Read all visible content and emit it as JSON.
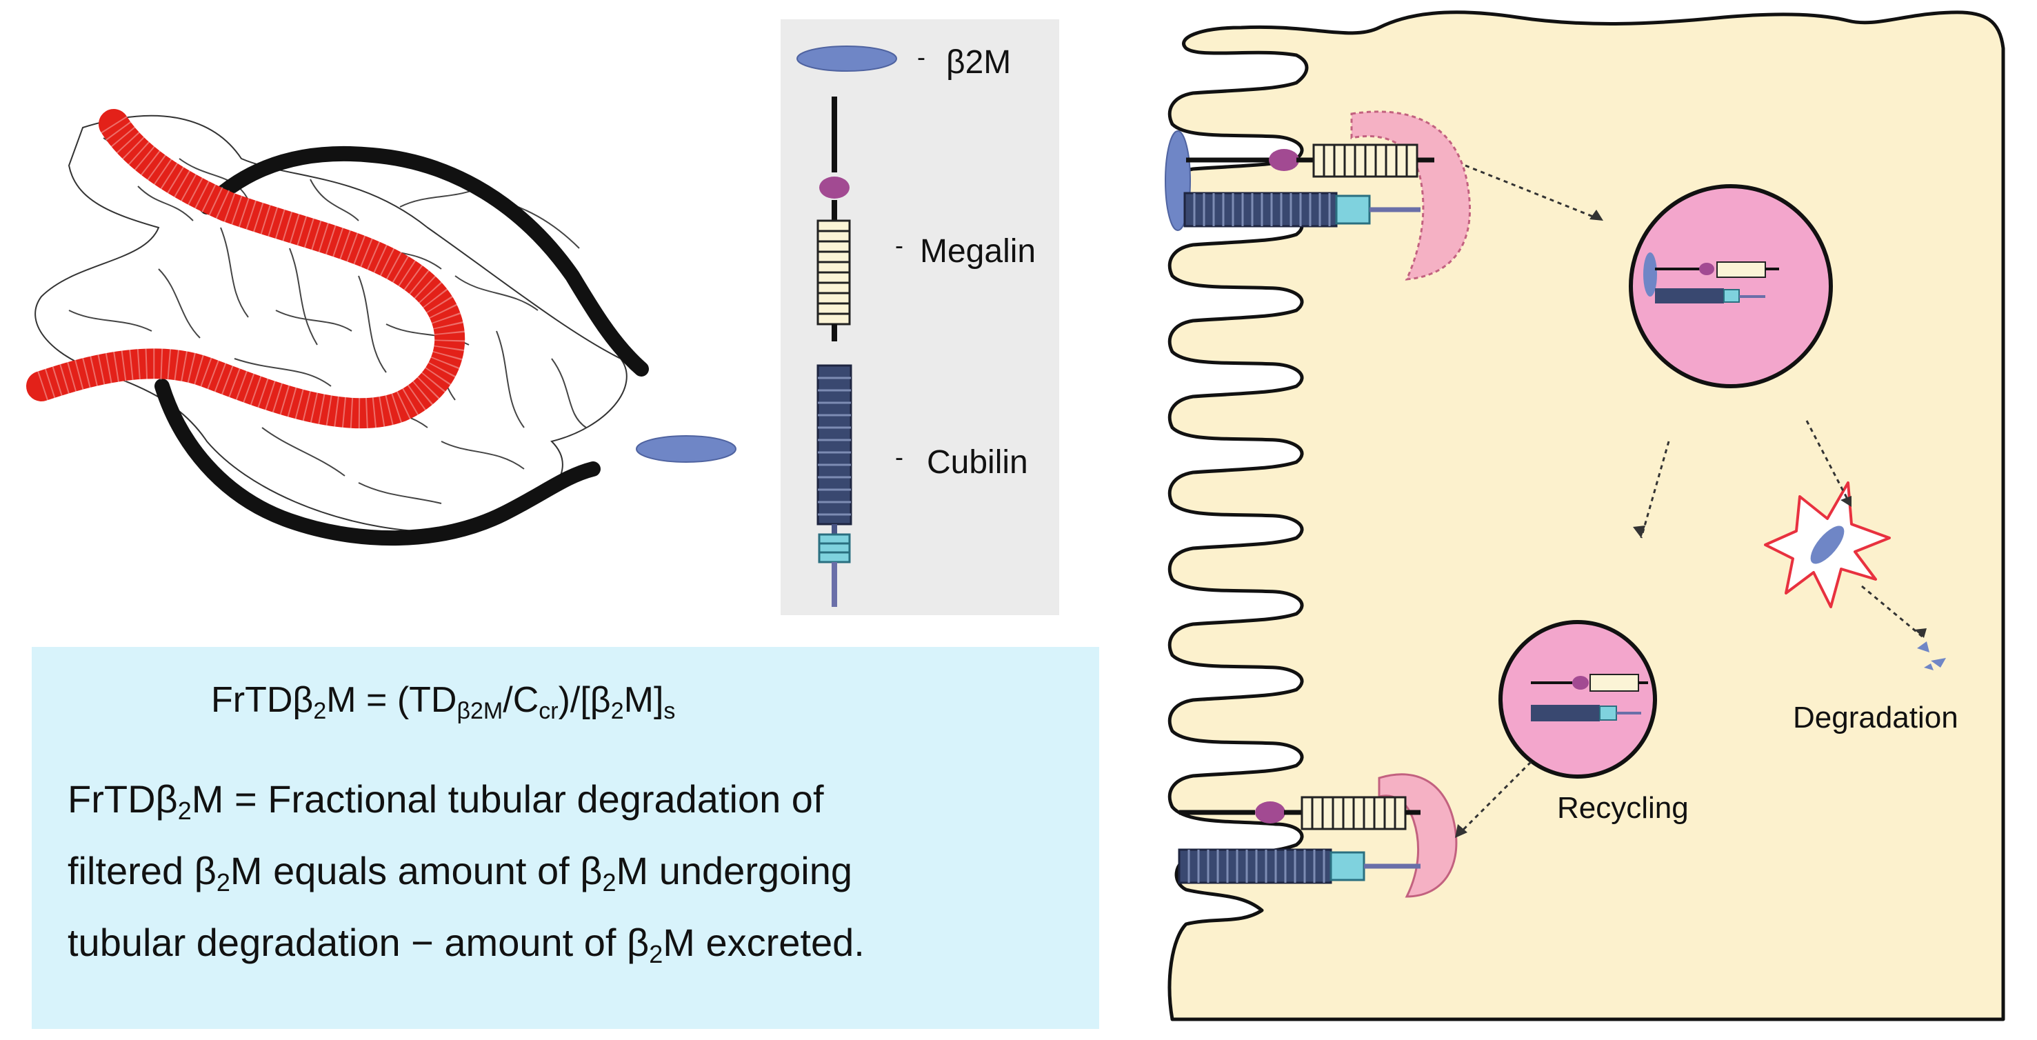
{
  "legend": {
    "items": [
      {
        "dash": "-",
        "name": "β2M",
        "icon": "b2m-ellipse"
      },
      {
        "dash": "-",
        "name": "Megalin",
        "icon": "megalin-receptor"
      },
      {
        "dash": "-",
        "name": "Cubilin",
        "icon": "cubilin-receptor"
      }
    ]
  },
  "formula": {
    "lhs": "FrTDβ",
    "lhs_sub": "2",
    "lhs_end": "M = (TD",
    "sub1": "β2M",
    "mid": "/C",
    "sub2": "cr",
    "tail": ")/[β",
    "sub3": "2",
    "tail2": "M]",
    "sub4": "s"
  },
  "definition": {
    "line1_a": "FrTDβ",
    "line1_sub": "2",
    "line1_b": "M = Fractional tubular degradation of",
    "line2_a": "filtered β",
    "line2_sub1": "2",
    "line2_b": "M equals amount of β",
    "line2_sub2": "2",
    "line2_c": "M undergoing",
    "line3_a": "tubular degradation − amount of β",
    "line3_sub": "2",
    "line3_b": "M excreted."
  },
  "cell": {
    "recycling_label": "Recycling",
    "degradation_label": "Degradation"
  },
  "colors": {
    "glomerulus_wall": "#111111",
    "capillary_red": "#e32119",
    "b2m_blue": "#6f86c6",
    "megalin_cream": "#fbf4d6",
    "megalin_knob": "#a24a92",
    "cubilin_navy": "#394870",
    "cubilin_teal": "#7fd2de",
    "legend_bg": "#ebebeb",
    "formula_bg": "#d8f3fb",
    "cell_fill": "#fcf1cd",
    "endosome_pink": "#f3a6cc",
    "clathrin_pink": "#f5b1c4",
    "lysosome_red": "#e8313f"
  }
}
